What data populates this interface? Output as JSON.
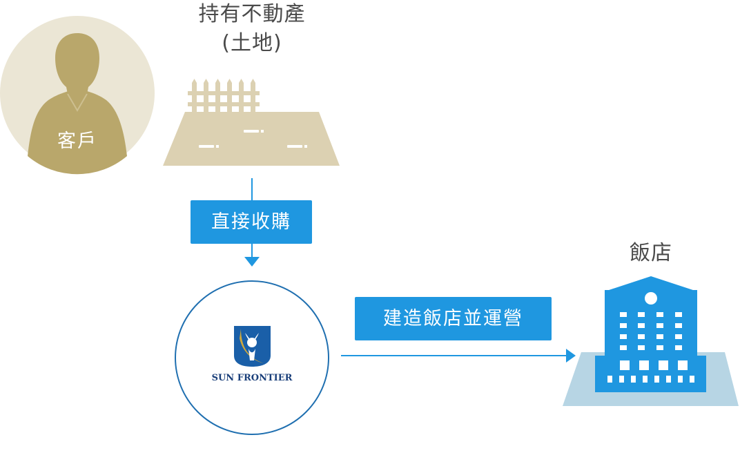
{
  "client": {
    "label": "客戶"
  },
  "land": {
    "title_line1": "持有不動產",
    "title_line2": "(土地)"
  },
  "step_purchase": {
    "label": "直接收購"
  },
  "company": {
    "logo_text": "SUN FRONTIER"
  },
  "step_build": {
    "label": "建造飯店並運營"
  },
  "hotel": {
    "title": "飯店"
  },
  "colors": {
    "accent_blue": "#1f97e0",
    "client_circle": "#ebe6d5",
    "client_figure": "#b9a76b",
    "land_tan": "#dcd1b2",
    "hotel_base": "#b7d5e4",
    "hotel_blue": "#1f97e0"
  }
}
